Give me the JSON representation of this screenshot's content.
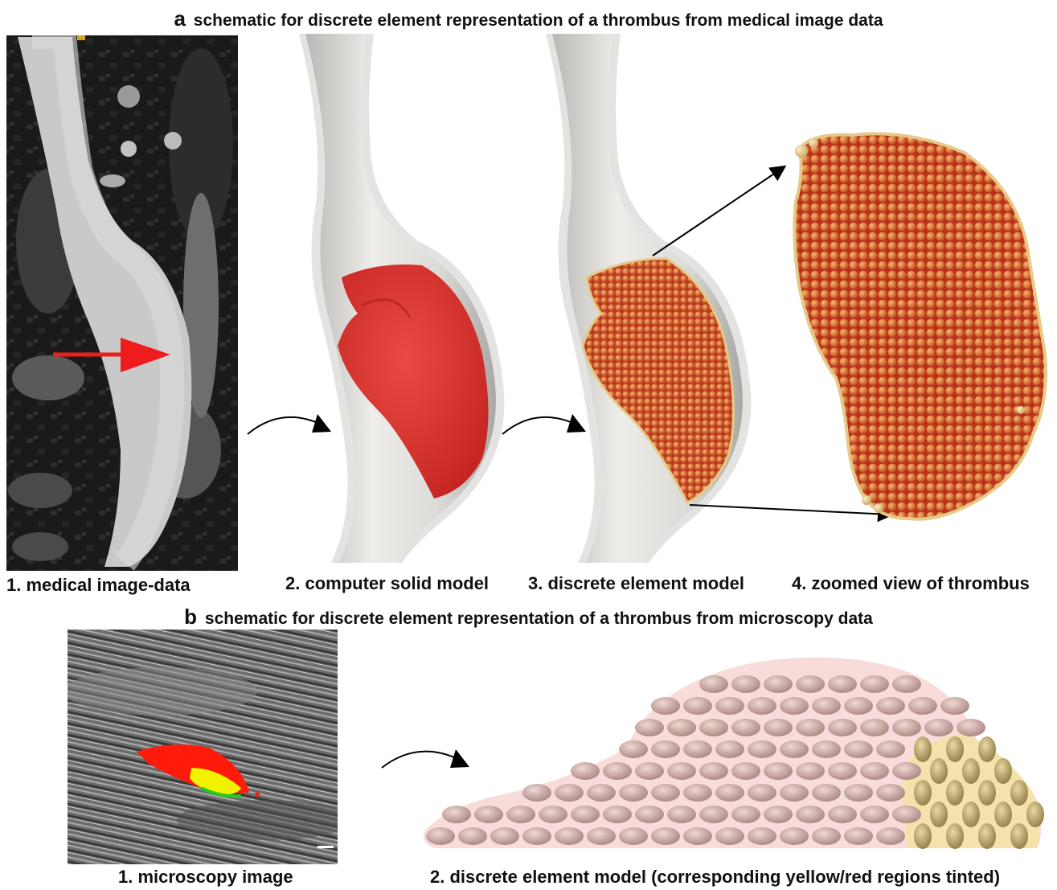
{
  "section_a": {
    "tag": "a",
    "title": "schematic for discrete element representation of a thrombus from medical image data",
    "captions": [
      "1. medical image-data",
      "2. computer solid model",
      "3. discrete element model",
      "4. zoomed view of thrombus"
    ]
  },
  "section_b": {
    "tag": "b",
    "title": "schematic for discrete element representation of a thrombus from microscopy data",
    "captions": [
      "1. microscopy image",
      "2. discrete element model (corresponding yellow/red regions tinted)"
    ]
  },
  "colors": {
    "thrombus_red": "#d8302c",
    "vessel_gray": "#d9d8d4",
    "particle_orange": "#e0822f",
    "particle_tan": "#e6c987",
    "pink_tint": "#f6d3d1",
    "yellow_tint": "#f4e3a1",
    "ellipsoid_pink": "#d8b7b1",
    "ellipsoid_tan": "#c9b27a",
    "arrow_red": "#ee1c1c"
  }
}
